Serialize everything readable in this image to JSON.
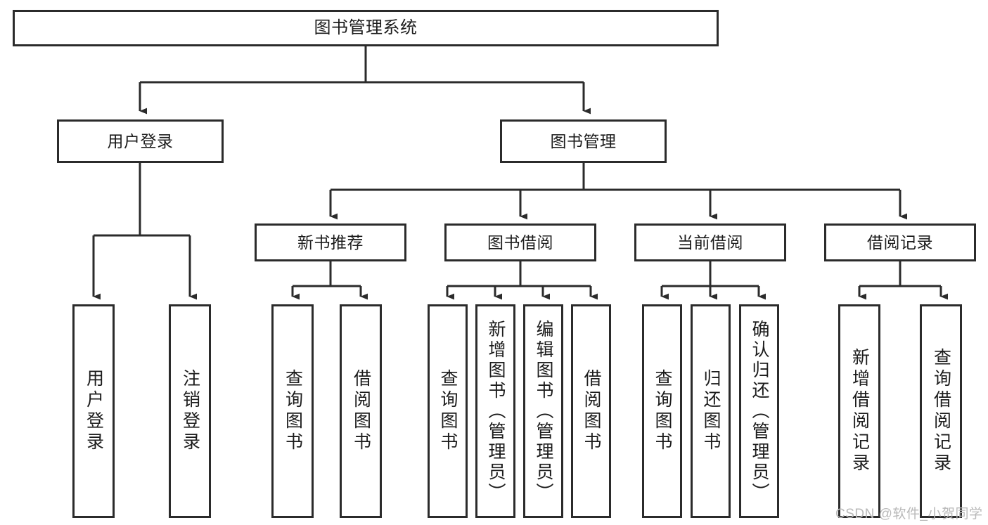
{
  "diagram": {
    "type": "tree-hierarchy",
    "title": "图书管理系统",
    "watermark": "CSDN @软件_小贺同学",
    "colors": {
      "stroke": "#2b2b2b",
      "fill": "#ffffff",
      "text": "#1c1c1c",
      "watermark": "#b9b9b9"
    },
    "levels": {
      "root": {
        "label": "图书管理系统",
        "orientation": "horizontal"
      },
      "level2": [
        {
          "id": "user-login",
          "label": "用户登录",
          "orientation": "horizontal"
        },
        {
          "id": "book-management",
          "label": "图书管理",
          "orientation": "horizontal"
        }
      ],
      "level3": [
        {
          "id": "new-book-recommend",
          "label": "新书推荐",
          "orientation": "horizontal",
          "parent": "book-management"
        },
        {
          "id": "book-borrow",
          "label": "图书借阅",
          "orientation": "horizontal",
          "parent": "book-management"
        },
        {
          "id": "current-borrow",
          "label": "当前借阅",
          "orientation": "horizontal",
          "parent": "book-management"
        },
        {
          "id": "borrow-record",
          "label": "借阅记录",
          "orientation": "horizontal",
          "parent": "book-management"
        }
      ],
      "leaves": [
        {
          "id": "leaf-user-login",
          "label": "用户登录",
          "orientation": "vertical",
          "parent": "user-login"
        },
        {
          "id": "leaf-logout",
          "label": "注销登录",
          "orientation": "vertical",
          "parent": "user-login"
        },
        {
          "id": "leaf-query-book-1",
          "label": "查询图书",
          "orientation": "vertical",
          "parent": "new-book-recommend"
        },
        {
          "id": "leaf-borrow-book-1",
          "label": "借阅图书",
          "orientation": "vertical",
          "parent": "new-book-recommend"
        },
        {
          "id": "leaf-query-book-2",
          "label": "查询图书",
          "orientation": "vertical",
          "parent": "book-borrow"
        },
        {
          "id": "leaf-add-book",
          "label": "新增图书（管理员）",
          "orientation": "vertical",
          "parent": "book-borrow"
        },
        {
          "id": "leaf-edit-book",
          "label": "编辑图书（管理员）",
          "orientation": "vertical",
          "parent": "book-borrow"
        },
        {
          "id": "leaf-borrow-book-2",
          "label": "借阅图书",
          "orientation": "vertical",
          "parent": "book-borrow"
        },
        {
          "id": "leaf-query-book-3",
          "label": "查询图书",
          "orientation": "vertical",
          "parent": "current-borrow"
        },
        {
          "id": "leaf-return-book",
          "label": "归还图书",
          "orientation": "vertical",
          "parent": "current-borrow"
        },
        {
          "id": "leaf-confirm-return",
          "label": "确认归还（管理员）",
          "orientation": "vertical",
          "parent": "current-borrow"
        },
        {
          "id": "leaf-add-record",
          "label": "新增借阅记录",
          "orientation": "vertical",
          "parent": "borrow-record"
        },
        {
          "id": "leaf-query-record",
          "label": "查询借阅记录",
          "orientation": "vertical",
          "parent": "borrow-record"
        }
      ]
    }
  }
}
